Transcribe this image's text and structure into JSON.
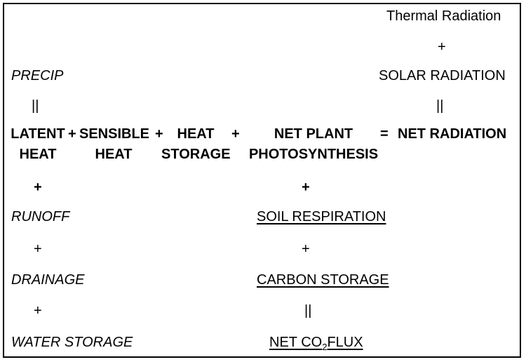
{
  "diagram": {
    "thermal_radiation": "Thermal Radiation",
    "plus_top": "+",
    "solar_radiation": "SOLAR RADIATION",
    "equals_right": "||",
    "precip": "PRECIP",
    "equals_left": "||",
    "latent_heat": {
      "line1": "LATENT",
      "line2": "HEAT"
    },
    "op_plus_1": "+",
    "sensible_heat": {
      "line1": "SENSIBLE",
      "line2": "HEAT"
    },
    "op_plus_2": "+",
    "heat_storage": {
      "line1": "HEAT",
      "line2": "STORAGE"
    },
    "op_plus_3": "+",
    "net_plant_photosynthesis": {
      "line1": "NET PLANT",
      "line2": "PHOTOSYNTHESIS"
    },
    "op_equals": "=",
    "net_radiation": "NET RADIATION",
    "water_column": {
      "plus_1": "+",
      "runoff": "RUNOFF",
      "plus_2": "+",
      "drainage": "DRAINAGE",
      "plus_3": "+",
      "water_storage": "WATER STORAGE"
    },
    "carbon_column": {
      "plus_1": "+",
      "soil_respiration": "SOIL RESPIRATION",
      "plus_2": "+",
      "carbon_storage": "CARBON STORAGE",
      "equals": "||",
      "net_co2_flux": {
        "prefix": "NET CO",
        "subscript": "2",
        "suffix": "FLUX"
      }
    }
  }
}
